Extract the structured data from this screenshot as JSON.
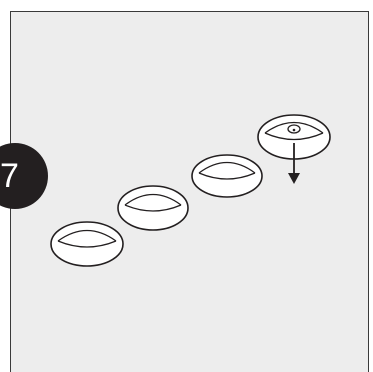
{
  "step": {
    "number": "7",
    "badge_color": "#231f20"
  },
  "illustration": {
    "background_color": "#ededed",
    "line_color": "#231f20",
    "pads": [
      {
        "name": "pad-1"
      },
      {
        "name": "pad-2"
      },
      {
        "name": "pad-3"
      },
      {
        "name": "pad-4-with-hole"
      }
    ],
    "arrow_direction": "down"
  }
}
